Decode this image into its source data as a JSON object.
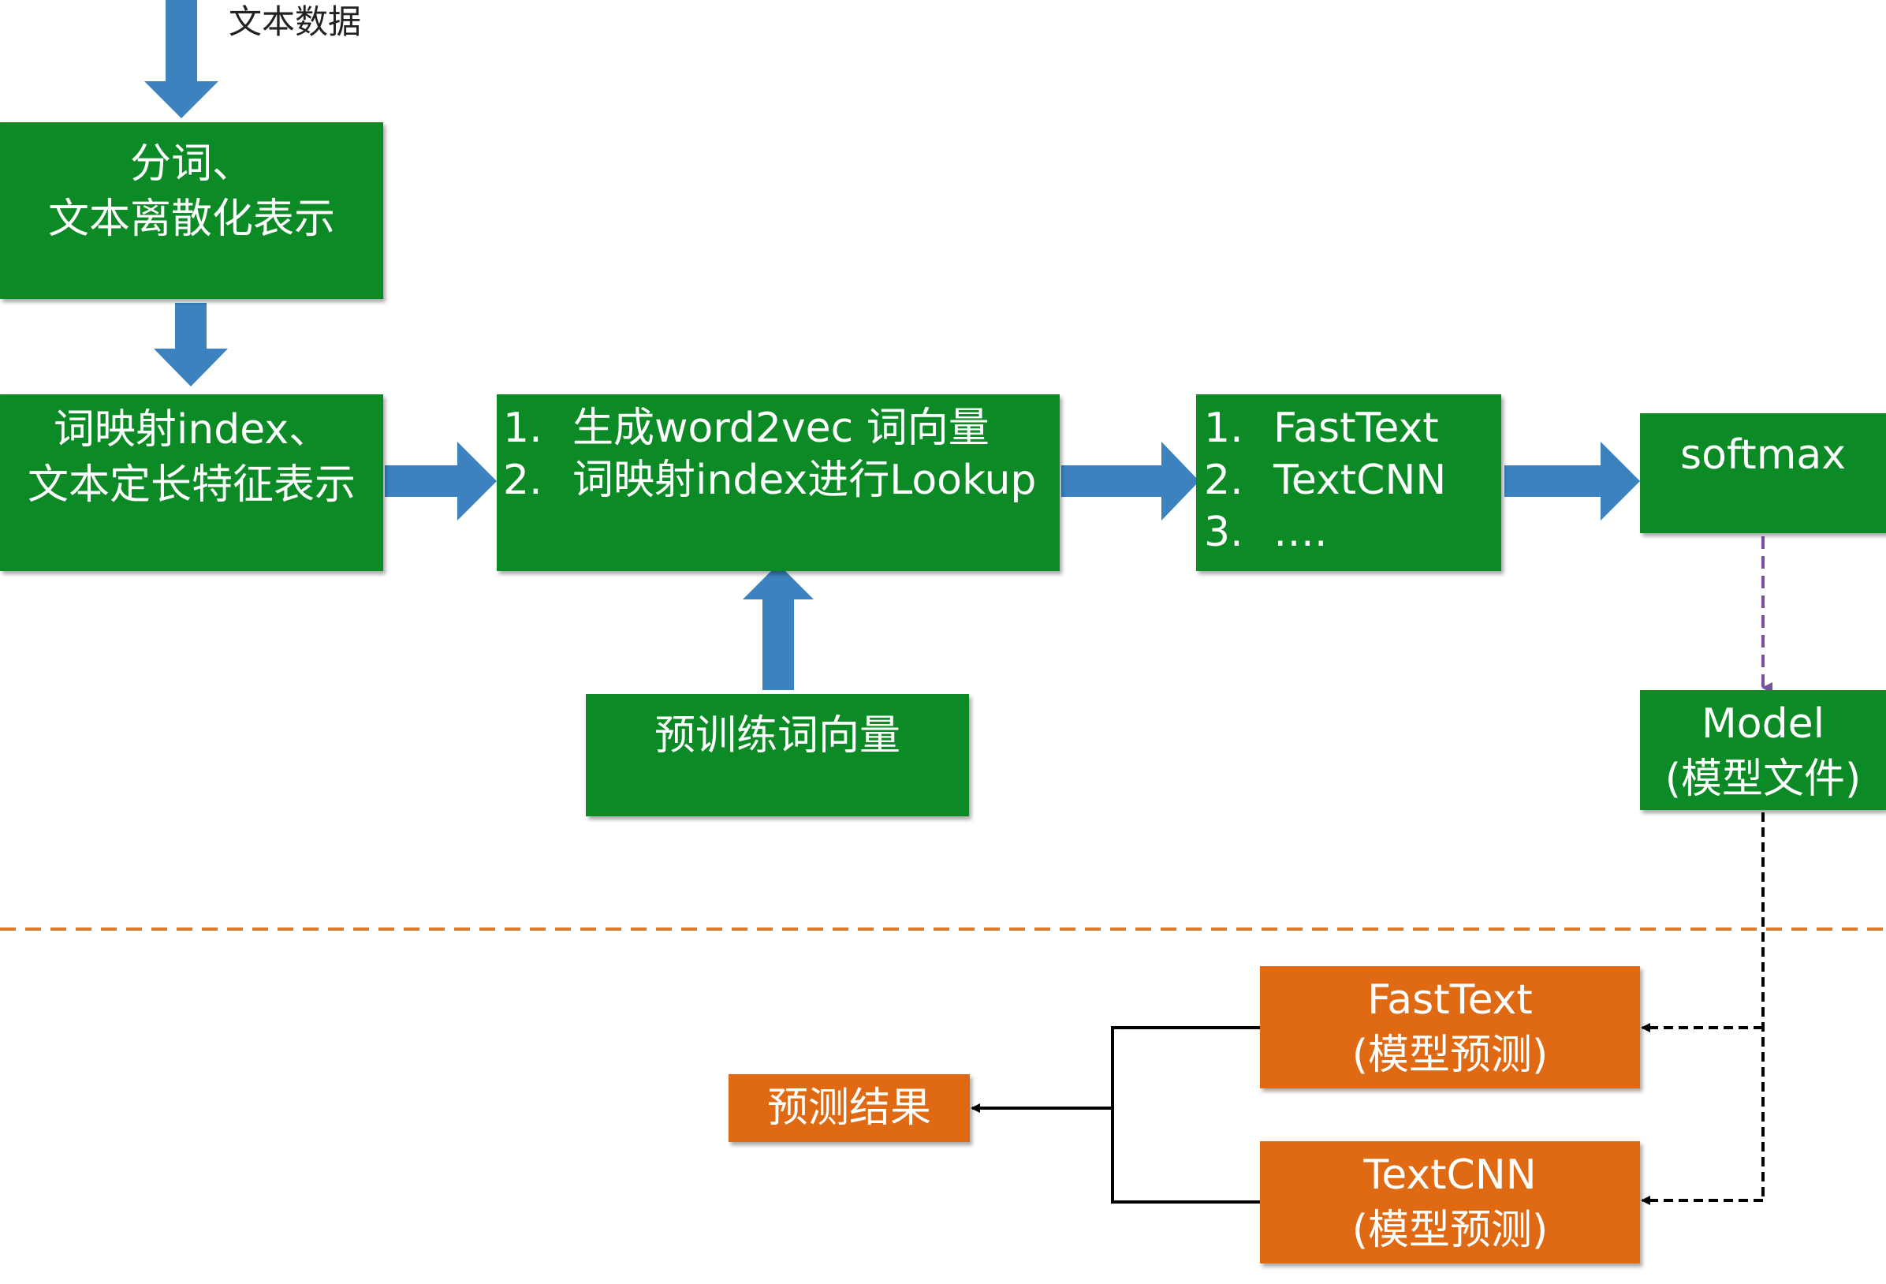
{
  "input_label": "文本数据",
  "boxes": {
    "segment": {
      "lines": [
        "分词、",
        "文本离散化表示"
      ]
    },
    "index": {
      "lines": [
        "词映射index、",
        "文本定长特征表示"
      ]
    },
    "embed": {
      "items": [
        {
          "num": "1.",
          "text": "生成word2vec 词向量"
        },
        {
          "num": "2.",
          "text": "词映射index进行Lookup"
        }
      ]
    },
    "models": {
      "items": [
        {
          "num": "1.",
          "text": "FastText"
        },
        {
          "num": "2.",
          "text": "TextCNN"
        },
        {
          "num": "3.",
          "text": "…."
        }
      ]
    },
    "softmax": {
      "lines": [
        "softmax"
      ]
    },
    "pretrain": {
      "lines": [
        "预训练词向量"
      ]
    },
    "model_file": {
      "lines": [
        "Model",
        "(模型文件)"
      ]
    },
    "fasttext_pred": {
      "lines": [
        "FastText",
        "(模型预测)"
      ]
    },
    "textcnn_pred": {
      "lines": [
        "TextCNN",
        "(模型预测)"
      ]
    },
    "result": {
      "lines": [
        "预测结果"
      ]
    }
  },
  "colors": {
    "train_box": "#0c8a25",
    "predict_box": "#e06a14",
    "flow_arrow": "#3b82bf",
    "divider": "#e07a2a",
    "model_save_arrow": "#7b4fa0",
    "connector": "#000000"
  }
}
